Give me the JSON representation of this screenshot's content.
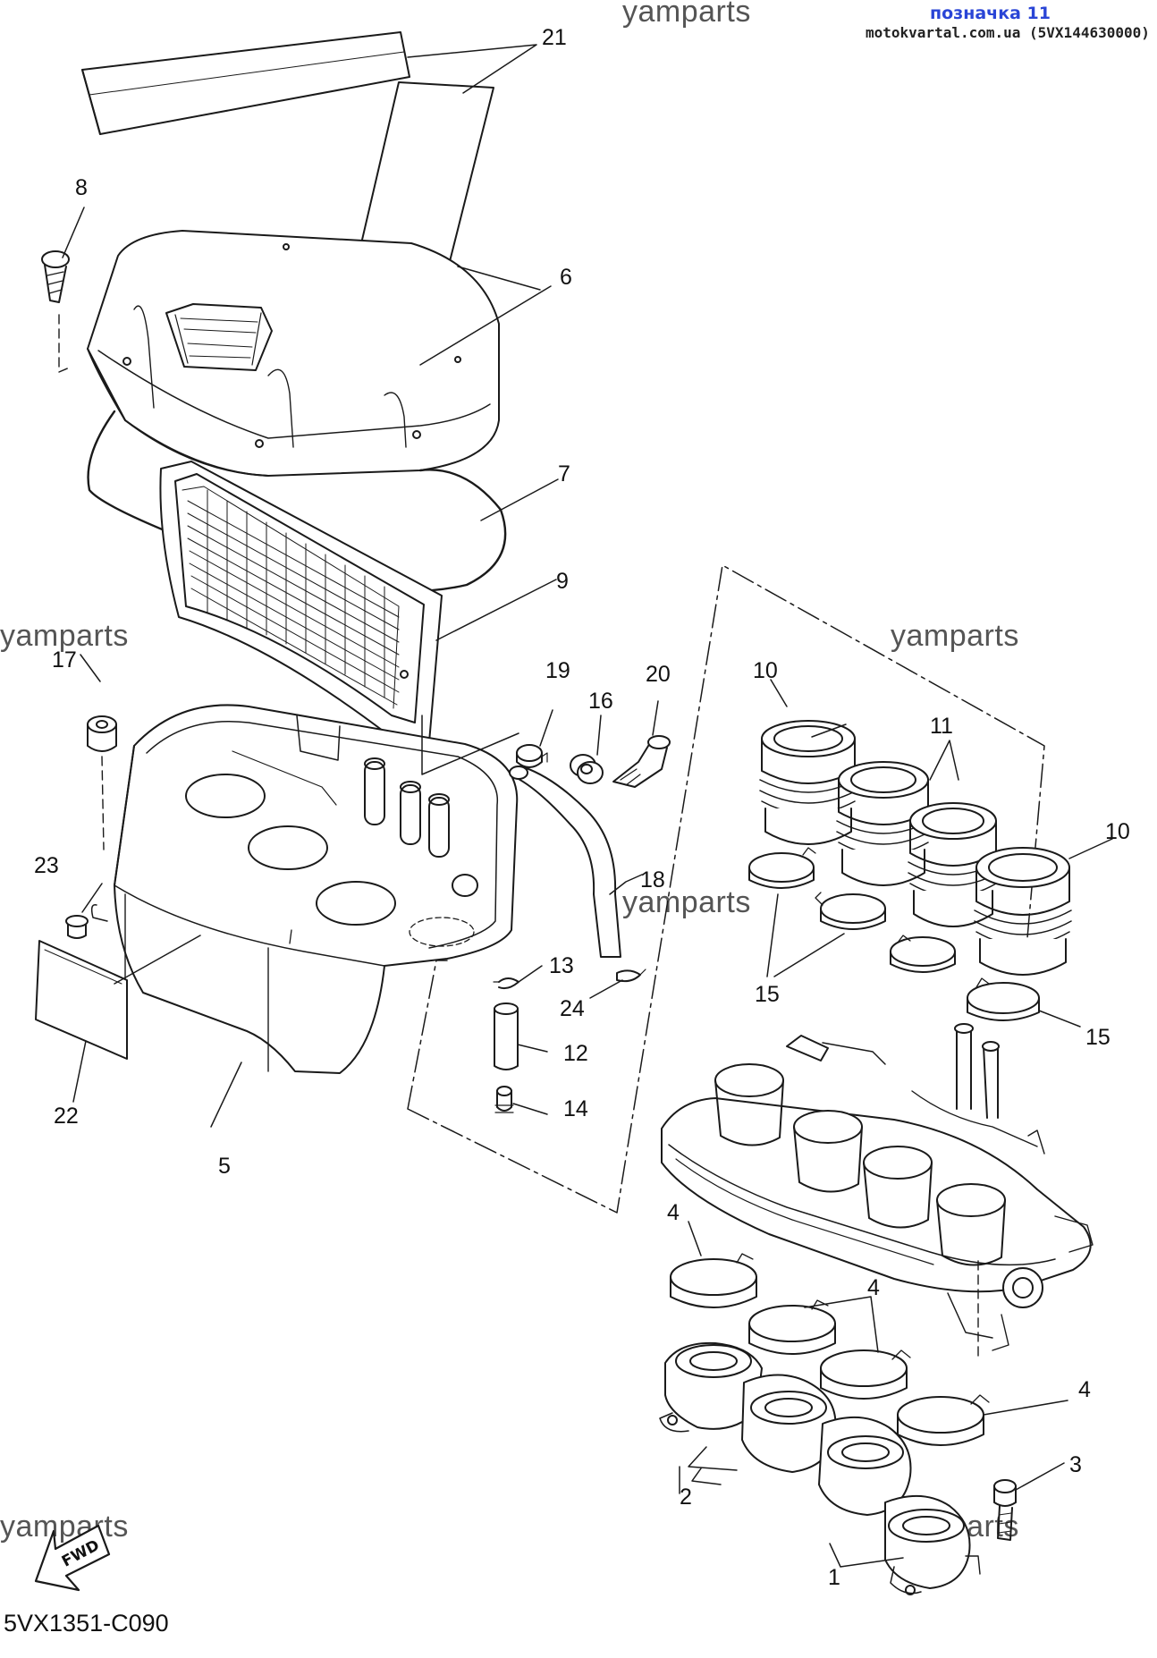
{
  "header": {
    "link_text": "позначка 11",
    "site_text": "motokvartal.com.ua (5VX144630000)"
  },
  "watermarks": [
    "yamparts",
    "yamparts",
    "yamparts",
    "yamparts",
    "yamparts",
    "yamparts"
  ],
  "diagram_code": "5VX1351-C090",
  "fwd_label": "FWD",
  "callouts": [
    "21",
    "8",
    "6",
    "7",
    "9",
    "17",
    "19",
    "16",
    "20",
    "10",
    "11",
    "10",
    "18",
    "23",
    "13",
    "24",
    "12",
    "14",
    "22",
    "5",
    "15",
    "15",
    "4",
    "4",
    "4",
    "3",
    "2",
    "1"
  ],
  "colors": {
    "line": "#1a1a1a",
    "link": "#2a45d6",
    "watermark": "#555555",
    "background": "#ffffff"
  }
}
